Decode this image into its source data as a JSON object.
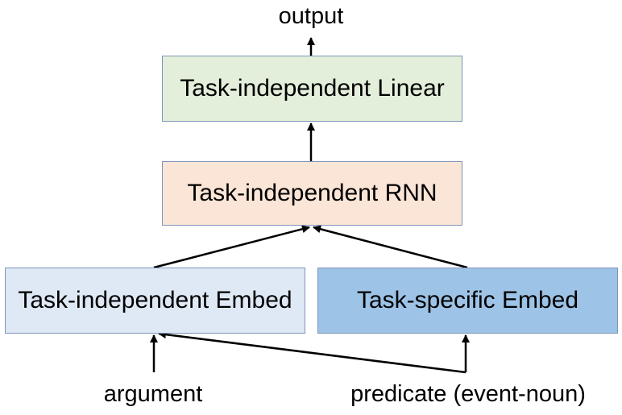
{
  "nodes": {
    "output": "output",
    "linear": "Task-independent Linear",
    "rnn": "Task-independent RNN",
    "embed_independent": "Task-independent Embed",
    "embed_specific": "Task-specific Embed",
    "argument": "argument",
    "predicate": "predicate (event-noun)"
  },
  "edges": [
    {
      "from": "linear",
      "to": "output"
    },
    {
      "from": "rnn",
      "to": "linear"
    },
    {
      "from": "embed_independent",
      "to": "rnn"
    },
    {
      "from": "embed_specific",
      "to": "rnn"
    },
    {
      "from": "argument",
      "to": "embed_independent"
    },
    {
      "from": "predicate",
      "to": "embed_independent"
    },
    {
      "from": "predicate",
      "to": "embed_specific"
    }
  ],
  "colors": {
    "linear_fill": "#e3efda",
    "rnn_fill": "#fbe5d6",
    "embed_independent_fill": "#dfe9f6",
    "embed_specific_fill": "#9dc3e6",
    "box_border": "#7f95b8",
    "arrow": "#000000"
  }
}
